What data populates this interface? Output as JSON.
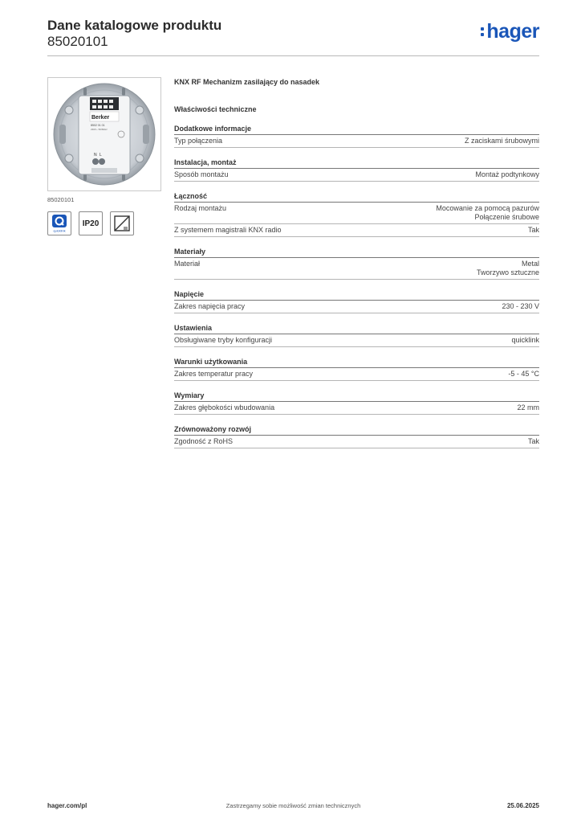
{
  "header": {
    "title": "Dane katalogowe produktu",
    "number": "85020101",
    "logo_text": "hager",
    "brand_color": "#1a56b8"
  },
  "product": {
    "image_label": "Berker",
    "image_text_code": "8502 01 01",
    "image_text_spec": "230V~ 50/60Hz",
    "image_terminal_n": "N",
    "image_terminal_l": "L",
    "code": "85020101",
    "name": "KNX RF Mechanizm zasilający do nasadek",
    "badges": [
      {
        "icon": "quicklink-icon",
        "text": "quicklink"
      },
      {
        "icon": "ip20-icon",
        "text": "IP20"
      },
      {
        "icon": "flush-mounting-icon",
        "text": ""
      }
    ]
  },
  "section_title": "Właściwości techniczne",
  "groups": [
    {
      "title": "Dodatkowe informacje",
      "rows": [
        {
          "label": "Typ połączenia",
          "values": [
            "Z zaciskami śrubowymi"
          ]
        }
      ]
    },
    {
      "title": "Instalacja, montaż",
      "rows": [
        {
          "label": "Sposób montażu",
          "values": [
            "Montaż podtynkowy"
          ]
        }
      ]
    },
    {
      "title": "Łączność",
      "rows": [
        {
          "label": "Rodzaj montażu",
          "values": [
            "Mocowanie za pomocą pazurów",
            "Połączenie śrubowe"
          ]
        },
        {
          "label": "Z systemem magistrali KNX radio",
          "values": [
            "Tak"
          ]
        }
      ]
    },
    {
      "title": "Materiały",
      "rows": [
        {
          "label": "Materiał",
          "values": [
            "Metal",
            "Tworzywo sztuczne"
          ]
        }
      ]
    },
    {
      "title": "Napięcie",
      "rows": [
        {
          "label": "Zakres napięcia pracy",
          "values": [
            "230 - 230 V"
          ]
        }
      ]
    },
    {
      "title": "Ustawienia",
      "rows": [
        {
          "label": "Obsługiwane tryby konfiguracji",
          "values": [
            "quicklink"
          ]
        }
      ]
    },
    {
      "title": "Warunki użytkowania",
      "rows": [
        {
          "label": "Zakres temperatur pracy",
          "values": [
            "-5 - 45 °C"
          ]
        }
      ]
    },
    {
      "title": "Wymiary",
      "rows": [
        {
          "label": "Zakres głębokości wbudowania",
          "values": [
            "22 mm"
          ]
        }
      ]
    },
    {
      "title": "Zrównoważony rozwój",
      "rows": [
        {
          "label": "Zgodność z RoHS",
          "values": [
            "Tak"
          ]
        }
      ]
    }
  ],
  "footer": {
    "website": "hager.com/pl",
    "notice": "Zastrzegamy sobie możliwość zmian technicznych",
    "date": "25.06.2025"
  }
}
